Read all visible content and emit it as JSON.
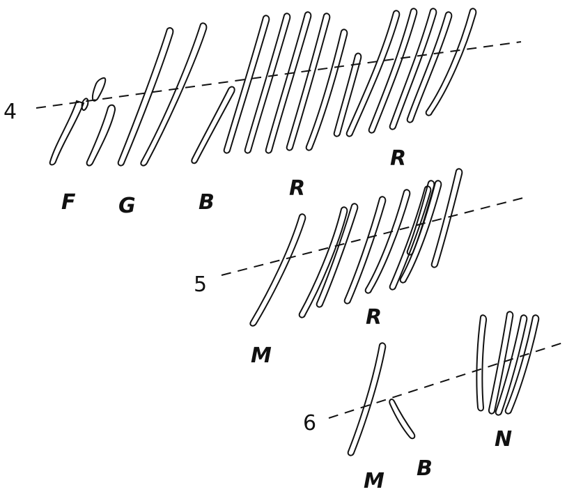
{
  "rows": [
    {
      "number": "4",
      "groups": [
        {
          "label": "F",
          "count": 4
        },
        {
          "label": "G",
          "count": 2
        },
        {
          "label": "B",
          "count": 1
        },
        {
          "label": "R",
          "count": 6
        },
        {
          "label": "R",
          "count": 5
        }
      ]
    },
    {
      "number": "5",
      "groups": [
        {
          "label": "M",
          "count": 1
        },
        {
          "label": "R",
          "count": 8
        }
      ]
    },
    {
      "number": "6",
      "groups": [
        {
          "label": "M",
          "count": 1
        },
        {
          "label": "B",
          "count": 1
        },
        {
          "label": "N",
          "count": 4
        }
      ]
    }
  ],
  "colors": {
    "ink": "#111111",
    "background": "#ffffff"
  }
}
